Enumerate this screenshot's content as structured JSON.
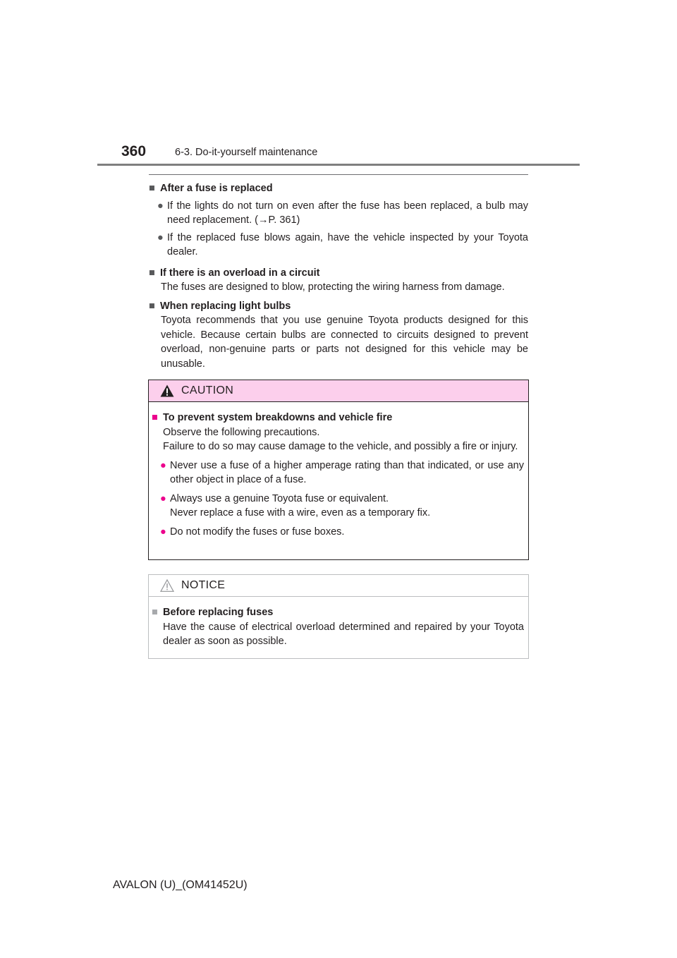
{
  "header": {
    "page_number": "360",
    "section": "6-3. Do-it-yourself maintenance"
  },
  "sections": [
    {
      "title": "After a fuse is replaced",
      "bullets": [
        "If the lights do not turn on even after the fuse has been replaced, a bulb may need replacement. (→P. 361)",
        "If the replaced fuse blows again, have the vehicle inspected by your Toyota dealer."
      ]
    },
    {
      "title": "If there is an overload in a circuit",
      "text": "The fuses are designed to blow, protecting the wiring harness from damage."
    },
    {
      "title": "When replacing light bulbs",
      "text": "Toyota recommends that you use genuine Toyota products designed for this vehicle. Because certain bulbs are connected to circuits designed to prevent overload, non-genuine parts or parts not designed for this vehicle may be unusable."
    }
  ],
  "caution": {
    "label": "CAUTION",
    "title": "To prevent system breakdowns and vehicle fire",
    "line1": "Observe the following precautions.",
    "line2": "Failure to do so may cause damage to the vehicle, and possibly a fire or injury.",
    "bullets": [
      "Never use a fuse of a higher amperage rating than that indicated, or use any other object in place of a fuse.",
      "Always use a genuine Toyota fuse or equivalent.",
      "Do not modify the fuses or fuse boxes."
    ],
    "bullet2_line2": "Never replace a fuse with a wire, even as a temporary fix."
  },
  "notice": {
    "label": "NOTICE",
    "title": "Before replacing fuses",
    "text": "Have the cause of electrical overload determined and repaired by your Toyota dealer as soon as possible."
  },
  "footer": {
    "model": "AVALON (U)_(OM41452U)"
  },
  "colors": {
    "caution_bg": "#fccfec",
    "accent": "#ec008c",
    "rule": "#7f7f7f"
  },
  "symbols": {
    "square": "■",
    "dot": "●"
  }
}
